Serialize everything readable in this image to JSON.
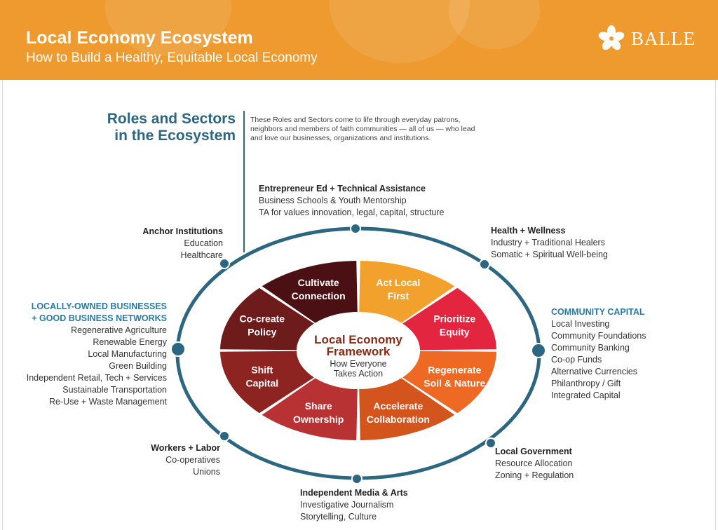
{
  "header": {
    "title": "Local Economy Ecosystem",
    "subtitle": "How to Build a Healthy, Equitable Local Economy",
    "logo_text": "BALLE"
  },
  "colors": {
    "header_bg": "#ee9a2e",
    "ring": "#2c6680",
    "accent_blue": "#2a7aa5"
  },
  "roles": {
    "title_line1": "Roles and Sectors",
    "title_line2": "in the Ecosystem",
    "note": "These Roles and Sectors come to life through everyday patrons, neighbors and members of faith communities — all of us — who lead and love our businesses, organizations and institutions."
  },
  "sectors": {
    "entrepreneur": {
      "title": "Entrepreneur Ed + Technical Assistance",
      "items": [
        "Business Schools & Youth Mentorship",
        "TA for values innovation, legal, capital, structure"
      ]
    },
    "anchor": {
      "title": "Anchor Institutions",
      "items": [
        "Education",
        "Healthcare"
      ]
    },
    "health": {
      "title": "Health + Wellness",
      "items": [
        "Industry + Traditional Healers",
        "Somatic + Spiritual Well-being"
      ]
    },
    "local_businesses": {
      "title_line1": "LOCALLY-OWNED BUSINESSES",
      "title_line2": "+ GOOD BUSINESS NETWORKS",
      "items": [
        "Regenerative Agriculture",
        "Renewable Energy",
        "Local Manufacturing",
        "Green Building",
        "Independent Retail, Tech + Services",
        "Sustainable Transportation",
        "Re-Use + Waste Management"
      ]
    },
    "community_capital": {
      "title": "COMMUNITY CAPITAL",
      "items": [
        "Local Investing",
        "Community Foundations",
        "Community Banking",
        "Co-op Funds",
        "Alternative Currencies",
        "Philanthropy / Gift",
        "Integrated Capital"
      ]
    },
    "workers": {
      "title": "Workers + Labor",
      "items": [
        "Co-operatives",
        "Unions"
      ]
    },
    "government": {
      "title": "Local Government",
      "items": [
        "Resource Allocation",
        "Zoning + Regulation"
      ]
    },
    "media": {
      "title": "Independent Media & Arts",
      "items": [
        "Investigative Journalism",
        "Storytelling, Culture"
      ]
    }
  },
  "framework": {
    "title_line1": "Local Economy",
    "title_line2": "Framework",
    "sub_line1": "How Everyone",
    "sub_line2": "Takes Action",
    "segments": [
      {
        "line1": "Act Local",
        "line2": "First",
        "color": "#f2a12d"
      },
      {
        "line1": "Prioritize",
        "line2": "Equity",
        "color": "#e3253f"
      },
      {
        "line1": "Regenerate",
        "line2": "Soil & Nature",
        "color": "#ee6a24"
      },
      {
        "line1": "Accelerate",
        "line2": "Collaboration",
        "color": "#d4541d"
      },
      {
        "line1": "Share",
        "line2": "Ownership",
        "color": "#b83233"
      },
      {
        "line1": "Shift",
        "line2": "Capital",
        "color": "#8e2422"
      },
      {
        "line1": "Co-create",
        "line2": "Policy",
        "color": "#6e1b1c"
      },
      {
        "line1": "Cultivate",
        "line2": "Connection",
        "color": "#4a1013"
      }
    ]
  }
}
